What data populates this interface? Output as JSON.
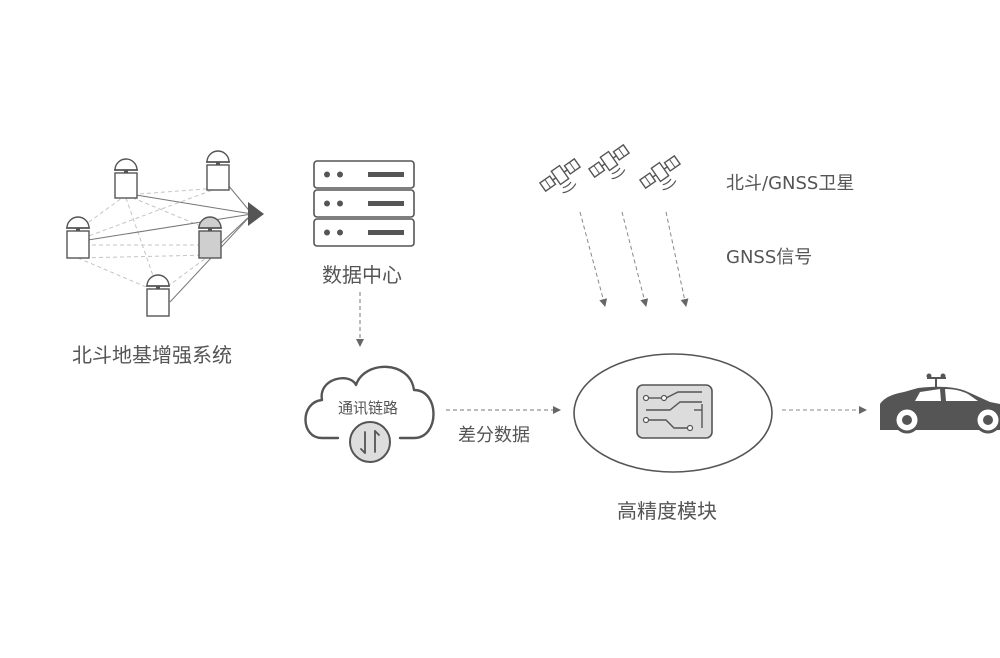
{
  "labels": {
    "ground_augmentation": "北斗地基增强系统",
    "data_center": "数据中心",
    "satellites": "北斗/GNSS卫星",
    "gnss_signal": "GNSS信号",
    "comm_link": "通讯链路",
    "diff_data": "差分数据",
    "hp_module": "高精度模块"
  },
  "colors": {
    "stroke": "#555555",
    "light_stroke": "#bbbbbb",
    "fill_dark": "#555555",
    "fill_light": "#cfcfcf"
  },
  "icons": {
    "station": "base-station-icon",
    "server": "server-rack-icon",
    "cloud": "cloud-icon",
    "satellite": "satellite-icon",
    "chip": "chip-icon",
    "car": "car-icon"
  }
}
